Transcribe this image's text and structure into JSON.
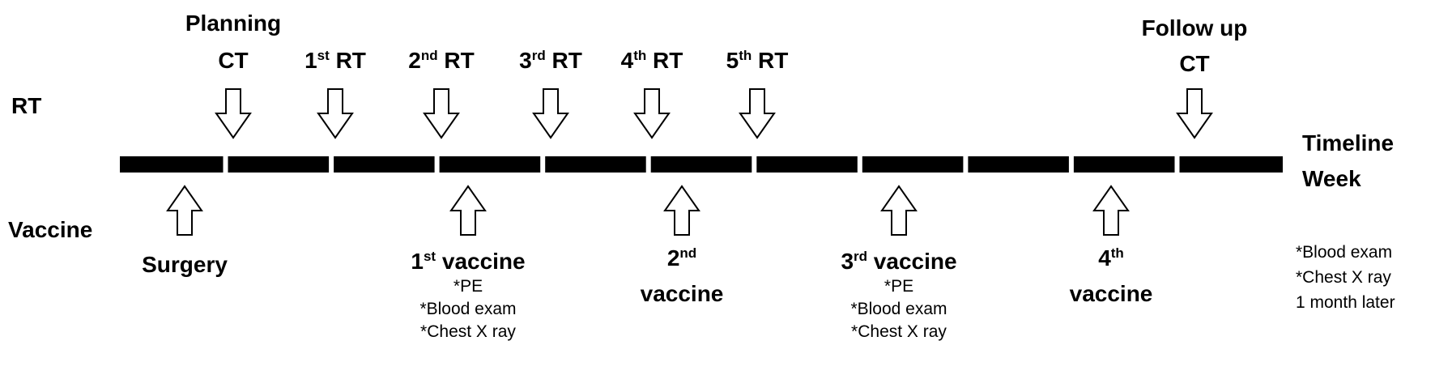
{
  "row_labels": {
    "rt": "RT",
    "vaccine": "Vaccine"
  },
  "timeline_label": {
    "line1": "Timeline",
    "line2": "Week"
  },
  "rt_events": [
    {
      "line1": "Planning",
      "line2": "CT"
    },
    {
      "base": "1",
      "sup": "st",
      "rest": " RT"
    },
    {
      "base": "2",
      "sup": "nd",
      "rest": " RT"
    },
    {
      "base": "3",
      "sup": "rd",
      "rest": " RT"
    },
    {
      "base": "4",
      "sup": "th",
      "rest": " RT"
    },
    {
      "base": "5",
      "sup": "th",
      "rest": " RT"
    },
    {
      "line1": "Follow up",
      "line2": "CT"
    }
  ],
  "vaccine_events": [
    {
      "label": "Surgery"
    },
    {
      "base": "1",
      "sup": "st",
      "rest": " vaccine",
      "notes": [
        "*PE",
        "*Blood exam",
        "*Chest X ray"
      ]
    },
    {
      "base": "2",
      "sup": "nd",
      "line2": "vaccine"
    },
    {
      "base": "3",
      "sup": "rd",
      "rest": " vaccine",
      "notes": [
        "*PE",
        "*Blood exam",
        "*Chest X ray"
      ]
    },
    {
      "base": "4",
      "sup": "th",
      "line2": "vaccine"
    }
  ],
  "side_notes": [
    "*Blood exam",
    "*Chest X ray",
    "1 month later"
  ],
  "timeline": {
    "segments": 11
  }
}
